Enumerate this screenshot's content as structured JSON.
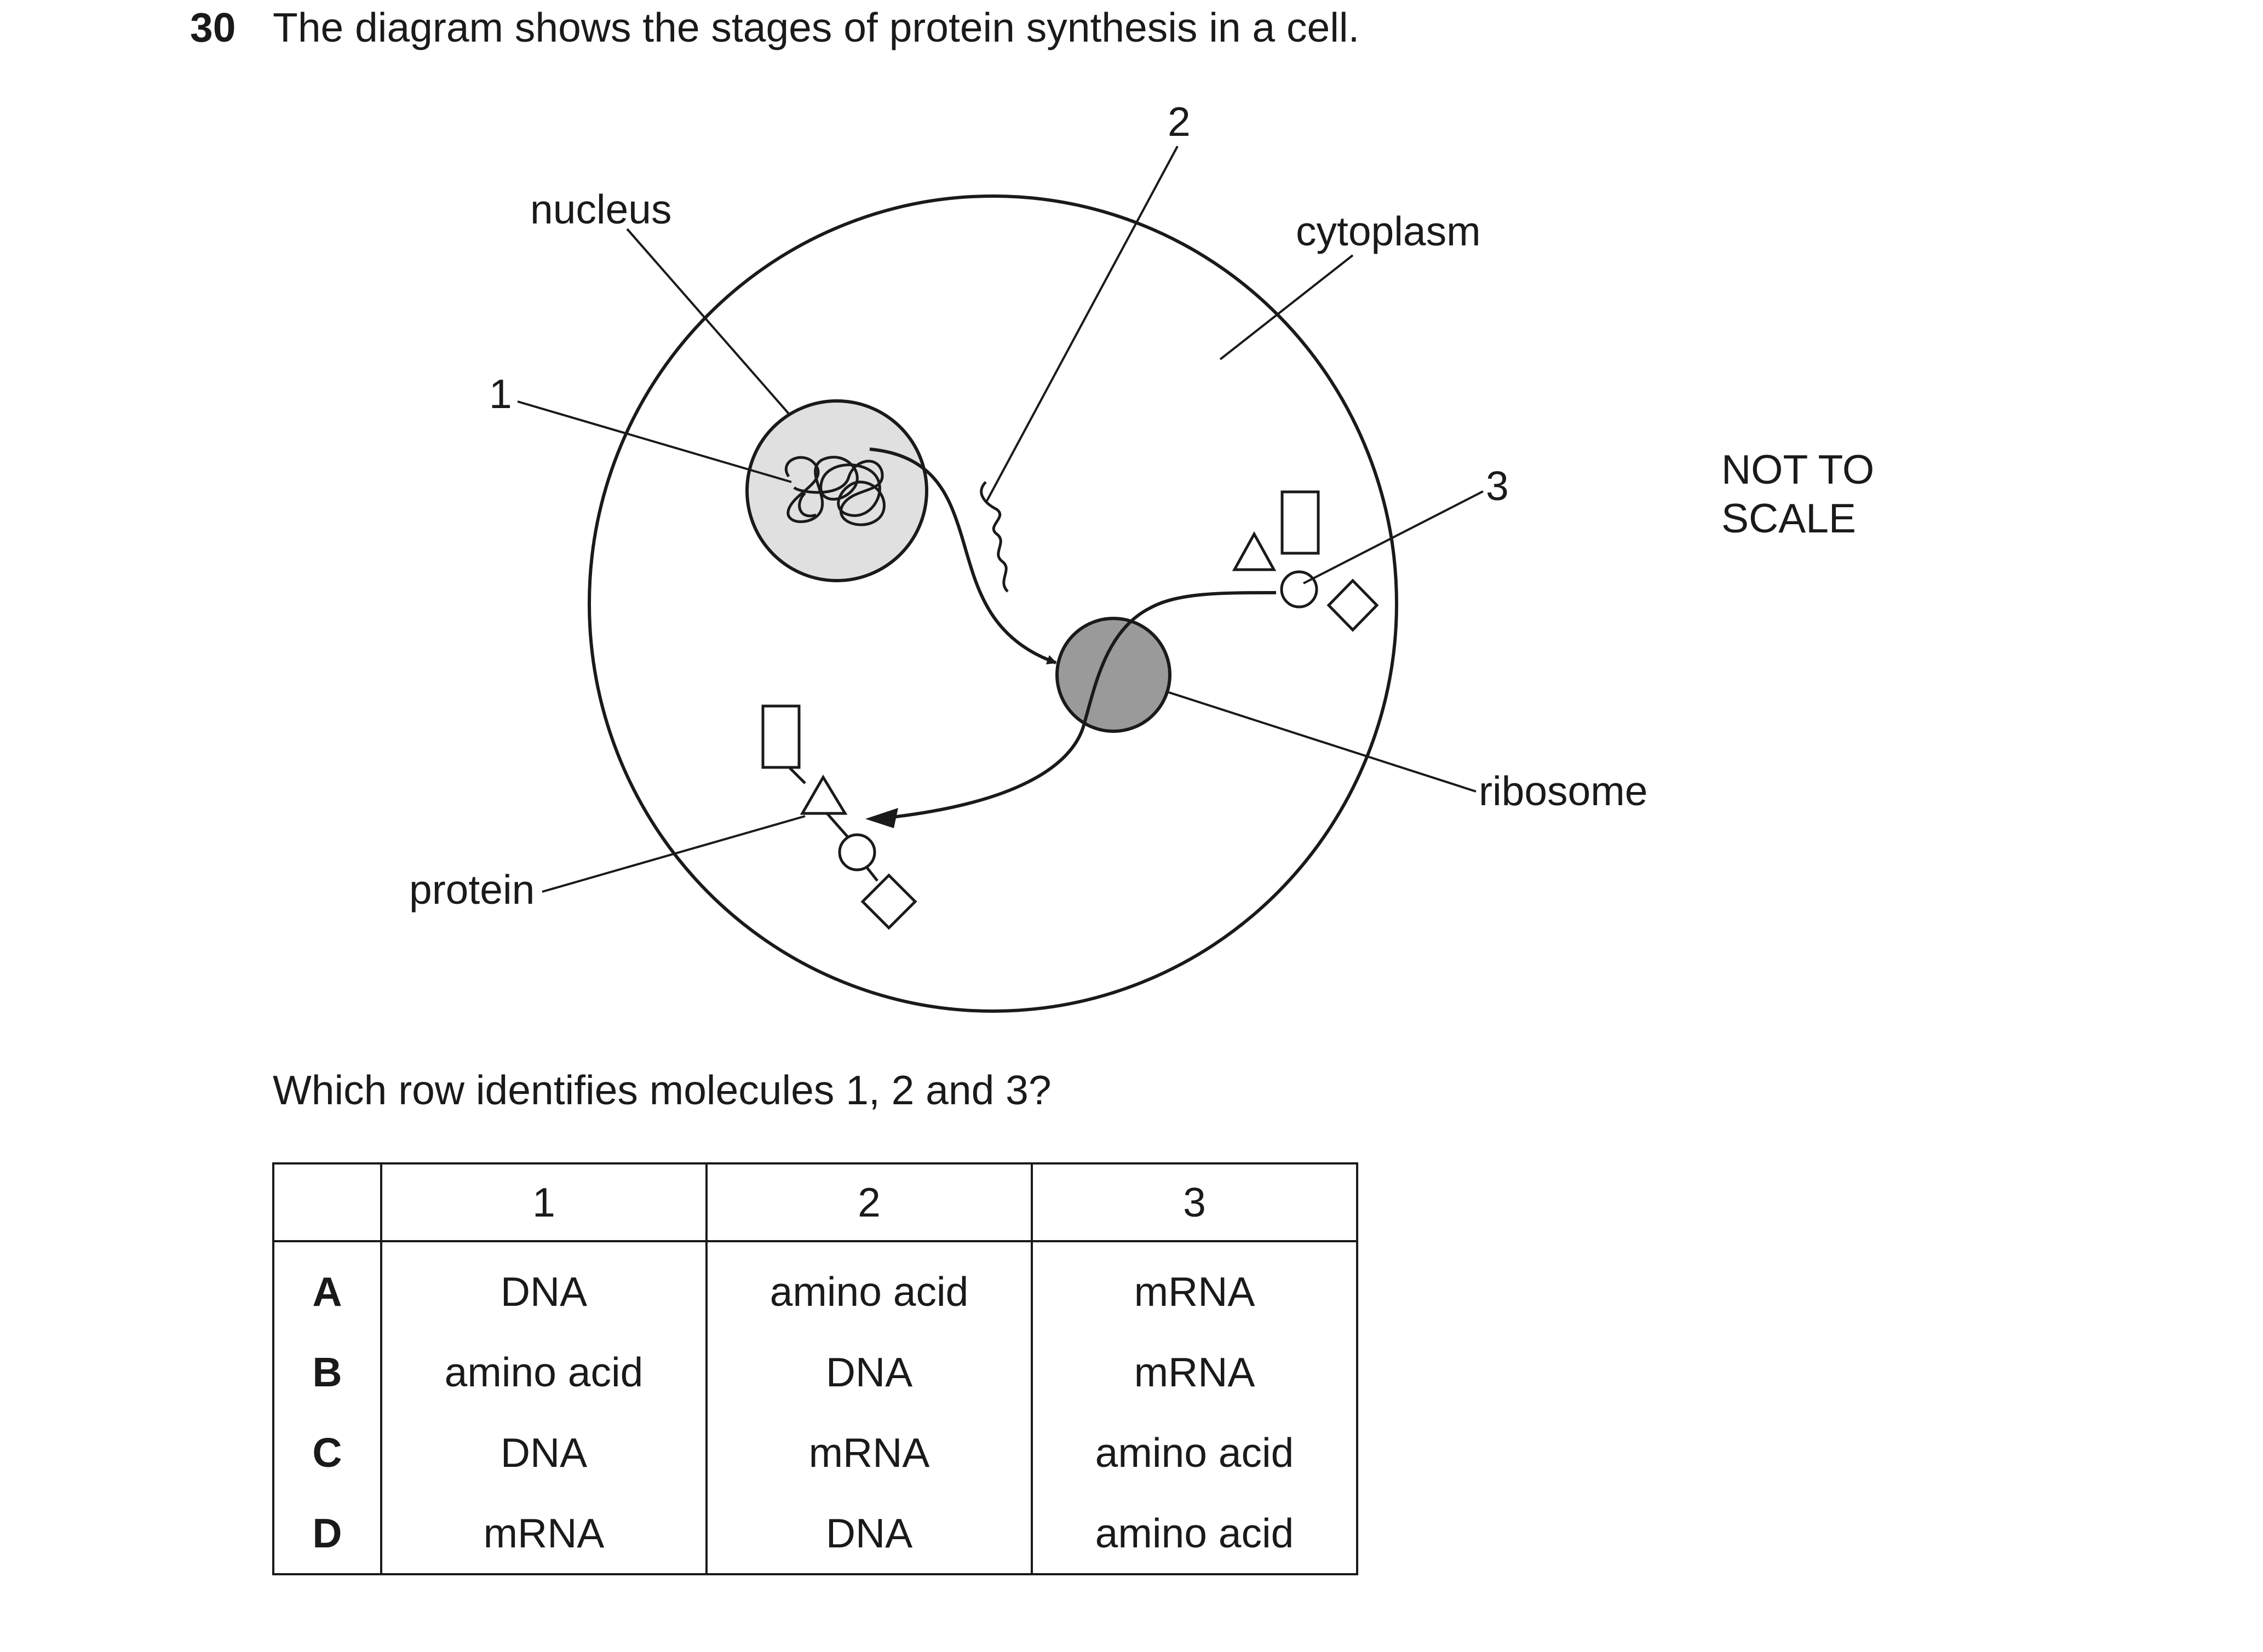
{
  "question": {
    "number": "30",
    "text": "The diagram shows the stages of protein synthesis in a cell.",
    "prompt": "Which row identifies molecules 1, 2 and 3?"
  },
  "diagram": {
    "labels": {
      "nucleus": "nucleus",
      "cytoplasm": "cytoplasm",
      "ribosome": "ribosome",
      "protein": "protein",
      "molecule_1": "1",
      "molecule_2": "2",
      "molecule_3": "3"
    },
    "note_line1": "NOT TO",
    "note_line2": "SCALE",
    "colors": {
      "nucleus_fill": "#e0e0e0",
      "ribosome_fill": "#9a9a9a",
      "stroke": "#1a1a1a"
    }
  },
  "table": {
    "headers": [
      "",
      "1",
      "2",
      "3"
    ],
    "rows": [
      {
        "option": "A",
        "m1": "DNA",
        "m2": "amino acid",
        "m3": "mRNA"
      },
      {
        "option": "B",
        "m1": "amino acid",
        "m2": "DNA",
        "m3": "mRNA"
      },
      {
        "option": "C",
        "m1": "DNA",
        "m2": "mRNA",
        "m3": "amino acid"
      },
      {
        "option": "D",
        "m1": "mRNA",
        "m2": "DNA",
        "m3": "amino acid"
      }
    ]
  }
}
